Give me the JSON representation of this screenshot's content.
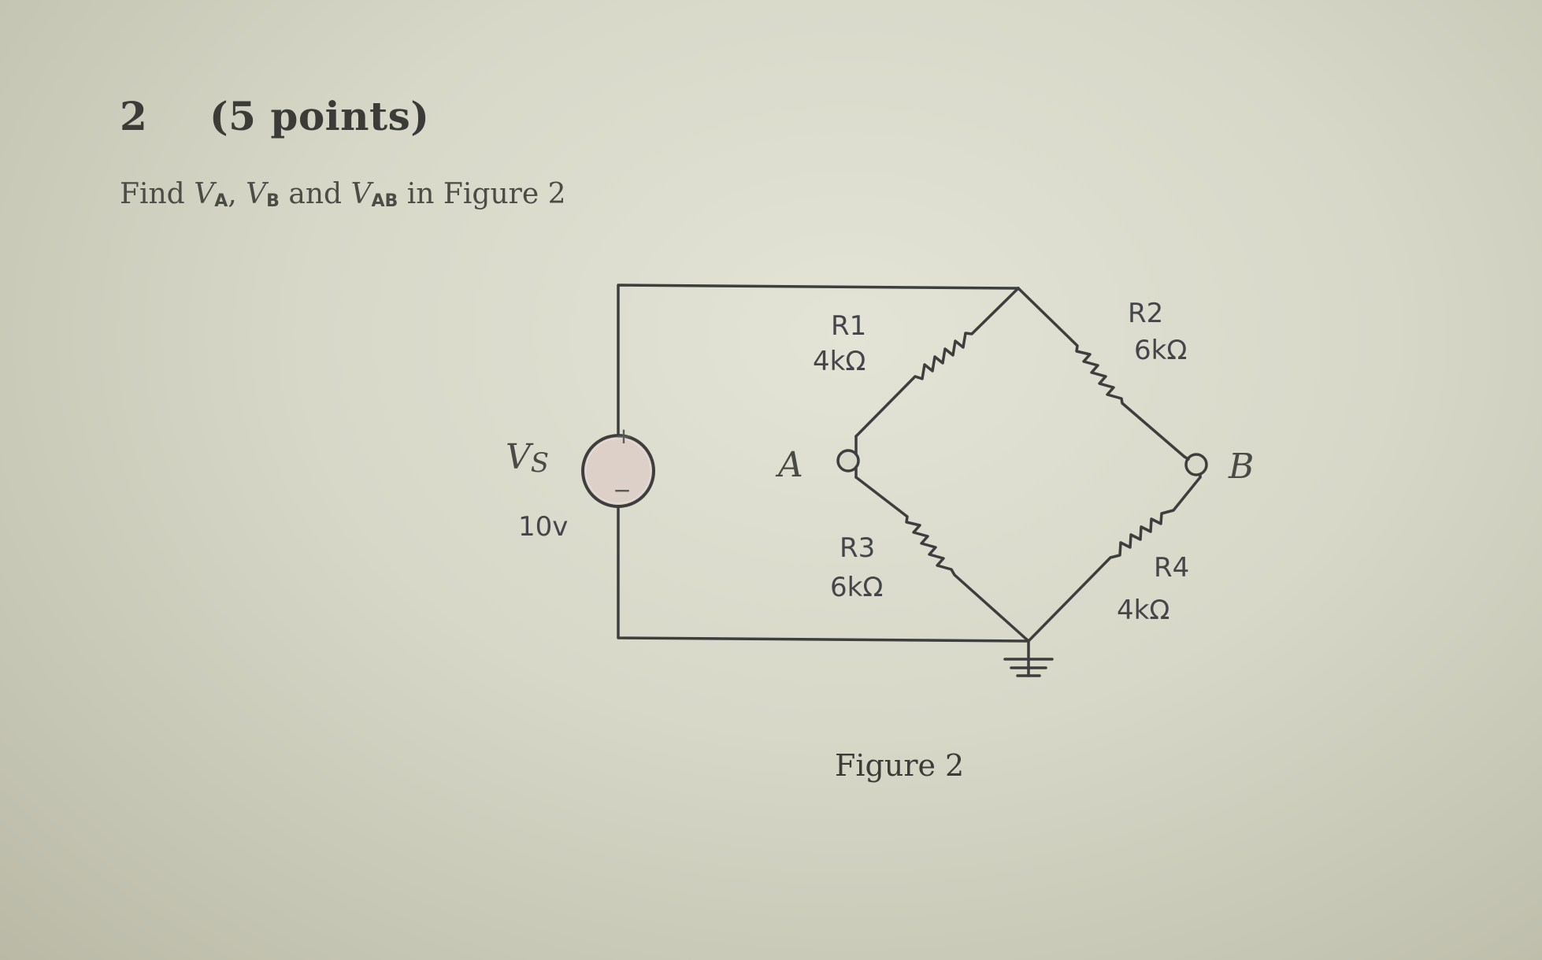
{
  "question": {
    "number": "2",
    "points": "(5 points)",
    "prompt_prefix": "Find",
    "var_a": "V",
    "var_a_sub": "A",
    "sep1": ",",
    "var_b": "V",
    "var_b_sub": "B",
    "conj": "and",
    "var_ab": "V",
    "var_ab_sub": "AB",
    "prompt_suffix": "in Figure 2"
  },
  "circuit": {
    "source": {
      "name": "Vs",
      "name_main": "V",
      "name_sub": "S",
      "value": "10v",
      "plus": "+",
      "minus": "−"
    },
    "resistors": [
      {
        "id": "R1",
        "name": "R1",
        "value": "4kΩ"
      },
      {
        "id": "R2",
        "name": "R2",
        "value": "6kΩ"
      },
      {
        "id": "R3",
        "name": "R3",
        "value": "6kΩ"
      },
      {
        "id": "R4",
        "name": "R4",
        "value": "4kΩ"
      }
    ],
    "nodes": {
      "a": "A",
      "b": "B"
    }
  },
  "figure": {
    "caption": "Figure 2"
  },
  "colors": {
    "paper": "#d8d8c9",
    "ink": "#3e3e3e",
    "source_fill": "#dcd0c8"
  }
}
